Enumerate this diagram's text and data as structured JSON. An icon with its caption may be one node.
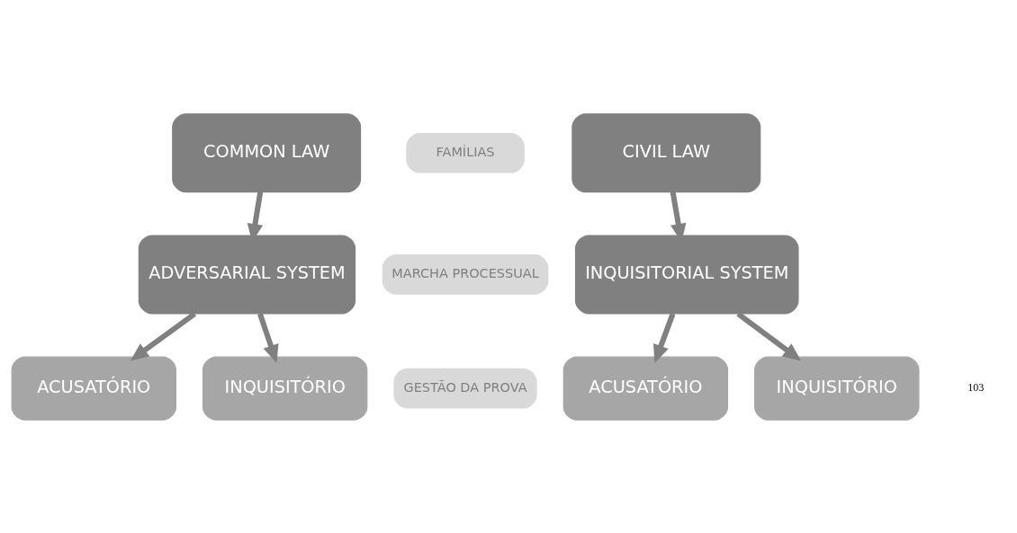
{
  "diagram": {
    "nodes": [
      {
        "text": [
          "COMMON LAW"
        ]
      },
      {
        "text": [
          "FAMÍLIAS"
        ]
      },
      {
        "text": [
          "CIVIL LAW"
        ]
      },
      {
        "text": [
          "ADVERSARIAL SYSTEM"
        ]
      },
      {
        "text": [
          "MARCHA PROCESSUAL"
        ]
      },
      {
        "text": [
          "INQUISITORIAL SYSTEM"
        ]
      },
      {
        "text": [
          "GESTÃO DA PROVA"
        ]
      },
      {
        "text": [
          "ACUSATÓRIO"
        ]
      },
      {
        "text": [
          "INQUISITÓRIO"
        ]
      },
      {
        "text": [
          "ACUSATÓRIO"
        ]
      },
      {
        "text": [
          "INQUISITÓRIO"
        ]
      }
    ],
    "edges": [
      {
        "from": 0,
        "to": 3,
        "arrow": "to"
      },
      {
        "from": 2,
        "to": 5,
        "arrow": "to"
      },
      {
        "from": 3,
        "to": 7,
        "arrow": "to"
      },
      {
        "from": 3,
        "to": 8,
        "arrow": "to"
      },
      {
        "from": 5,
        "to": 9,
        "arrow": "to"
      },
      {
        "from": 5,
        "to": 10,
        "arrow": "to"
      }
    ],
    "labels": [
      "103"
    ]
  }
}
